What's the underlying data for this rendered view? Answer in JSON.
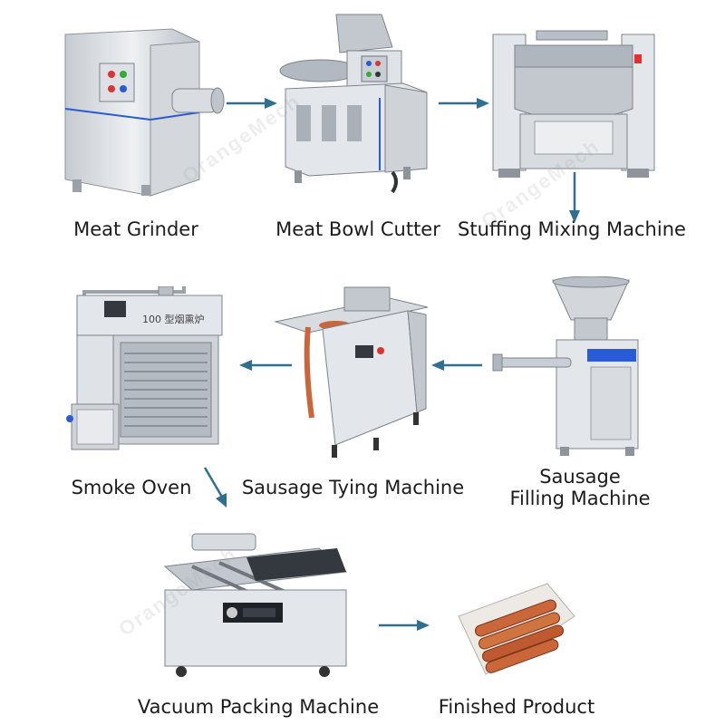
{
  "steps": [
    {
      "id": "meat-grinder",
      "label": "Meat Grinder"
    },
    {
      "id": "meat-bowl-cutter",
      "label": "Meat Bowl Cutter"
    },
    {
      "id": "stuffing-mixing-machine",
      "label": "Stuffing Mixing Machine"
    },
    {
      "id": "sausage-filling-machine",
      "label_line1": "Sausage",
      "label_line2": "Filling Machine"
    },
    {
      "id": "sausage-tying-machine",
      "label": "Sausage Tying Machine"
    },
    {
      "id": "smoke-oven",
      "label": "Smoke Oven",
      "panel_text": "100 型烟熏炉"
    },
    {
      "id": "vacuum-packing-machine",
      "label": "Vacuum Packing Machine"
    },
    {
      "id": "finished-product",
      "label": "Finished Product"
    }
  ],
  "colors": {
    "arrow": "#2f6f8f",
    "steel_light": "#e3e6ea",
    "steel_mid": "#c3c8ce",
    "steel_dark": "#8d949c",
    "accent_blue": "#2a5bd7",
    "sausage": "#c9663a"
  },
  "watermark_text": "OrangeMech"
}
